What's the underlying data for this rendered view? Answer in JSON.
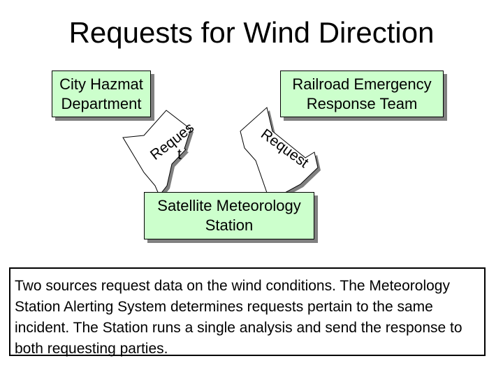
{
  "title": "Requests for Wind Direction",
  "nodes": {
    "city_hazmat": {
      "line1": "City Hazmat",
      "line2": "Department"
    },
    "railroad": {
      "line1": "Railroad Emergency",
      "line2": "Response Team"
    },
    "station": {
      "line1": "Satellite Meteorology",
      "line2": "Station"
    }
  },
  "arrows": {
    "left": {
      "label_part1": "Reque",
      "label_part2": "t",
      "label_cut": "s"
    },
    "right": {
      "label": "Request"
    }
  },
  "caption": "Two sources request data on the wind conditions. The Meteorology Station Alerting System determines requests pertain to the same incident. The Station runs a single analysis and send the response to both requesting parties.",
  "colors": {
    "box_fill": "#ccffcc",
    "shadow": "#808080",
    "stroke": "#000000"
  }
}
